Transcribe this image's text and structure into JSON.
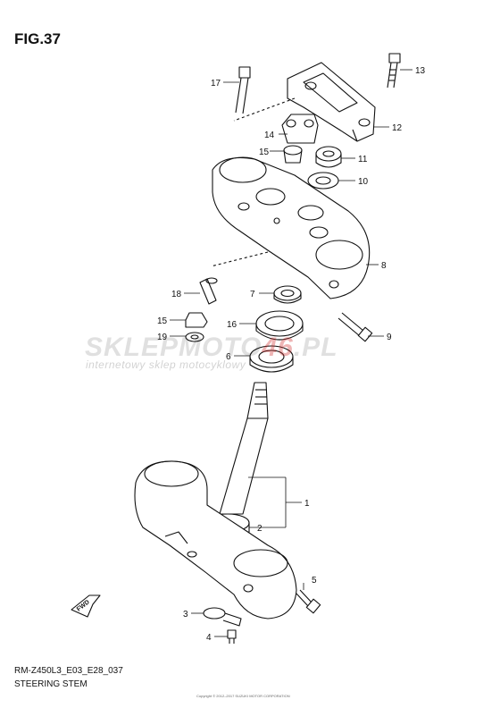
{
  "figure": {
    "title": "FIG.37",
    "model_code": "RM-Z450L3_E03_E28_037",
    "caption": "STEERING STEM"
  },
  "watermark": {
    "brand_part1": "SKLEPMOTO",
    "brand_part2": "46",
    "brand_part3": ".PL",
    "tagline": "internetowy sklep motocyklowy"
  },
  "fwd_label": "FWD",
  "copyright": "Copyright © 2012–2017 SUZUKI MOTOR CORPORATION",
  "callouts": [
    {
      "id": "1",
      "label": "1"
    },
    {
      "id": "2",
      "label": "2"
    },
    {
      "id": "3",
      "label": "3"
    },
    {
      "id": "4",
      "label": "4"
    },
    {
      "id": "5",
      "label": "5"
    },
    {
      "id": "6",
      "label": "6"
    },
    {
      "id": "7",
      "label": "7"
    },
    {
      "id": "8",
      "label": "8"
    },
    {
      "id": "9",
      "label": "9"
    },
    {
      "id": "10",
      "label": "10"
    },
    {
      "id": "11",
      "label": "11"
    },
    {
      "id": "12",
      "label": "12"
    },
    {
      "id": "13",
      "label": "13"
    },
    {
      "id": "14",
      "label": "14"
    },
    {
      "id": "15a",
      "label": "15"
    },
    {
      "id": "15b",
      "label": "15"
    },
    {
      "id": "16",
      "label": "16"
    },
    {
      "id": "17",
      "label": "17"
    },
    {
      "id": "18",
      "label": "18"
    },
    {
      "id": "19",
      "label": "19"
    }
  ]
}
